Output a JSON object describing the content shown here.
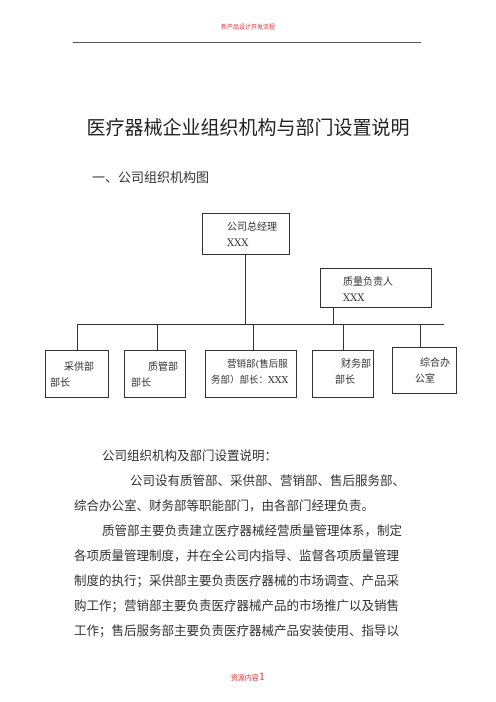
{
  "header": {
    "text": "新产品设计开发流程"
  },
  "title": "医疗器械企业组织机构与部门设置说明",
  "section1": "一、公司组织机构图",
  "org": {
    "gm": {
      "title": "公司总经理",
      "name": "XXX"
    },
    "qa": {
      "title": "质量负责人",
      "name": "XXX"
    },
    "depts": [
      {
        "line1": "采供部",
        "line2": "部长"
      },
      {
        "line1": "质管部",
        "line2": "部长"
      },
      {
        "line1": "营销部(售后服",
        "line2": "务部）部长：XXX"
      },
      {
        "line1": "财务部",
        "line2": "部长"
      },
      {
        "line1": "综合办",
        "line2": "公室"
      }
    ]
  },
  "body": {
    "heading": "公司组织机构及部门设置说明：",
    "p1_l1": "公司设有质管部、采供部、营销部、售后服务部、",
    "p1_l2": "综合办公室、财务部等职能部门，由各部门经理负责。",
    "p2_l1": "质管部主要负责建立医疗器械经营质量管理体系，制定",
    "p2_l2": "各项质量管理制度，并在全公司内指导、监督各项质量管理",
    "p2_l3": "制度的执行；采供部主要负责医疗器械的市场调查、产品采",
    "p2_l4": "购工作；营销部主要负责医疗器械产品的市场推广以及销售",
    "p2_l5": "工作；售后服务部主要负责医疗器械产品安装使用、指导以"
  },
  "footer": {
    "text": "资源内容",
    "page": "1"
  }
}
